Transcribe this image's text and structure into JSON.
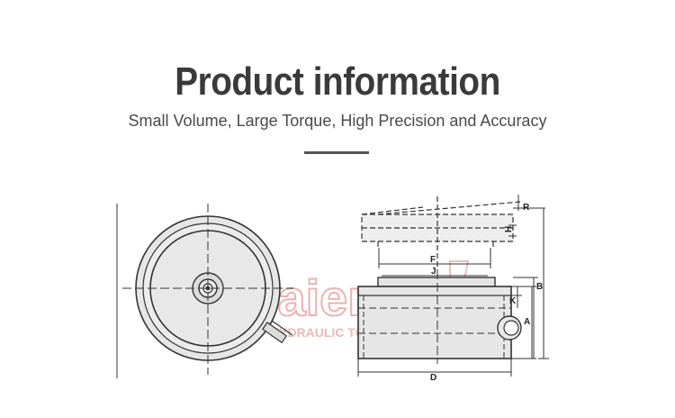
{
  "header": {
    "title": "Product information",
    "subtitle": "Small Volume, Large Torque, High Precision and Accuracy"
  },
  "watermark": {
    "brand": "Baier",
    "tagline": "HYDRAULIC TOOLS"
  },
  "dimensions": {
    "R": "R",
    "F": "F",
    "J": "J",
    "B": "B",
    "K": "K",
    "A": "A",
    "D": "D",
    "H": "H"
  },
  "colors": {
    "title": "#3a3a3a",
    "line": "#333333",
    "fill": "#e6e6e6",
    "watermark": "#e8a0a0"
  }
}
